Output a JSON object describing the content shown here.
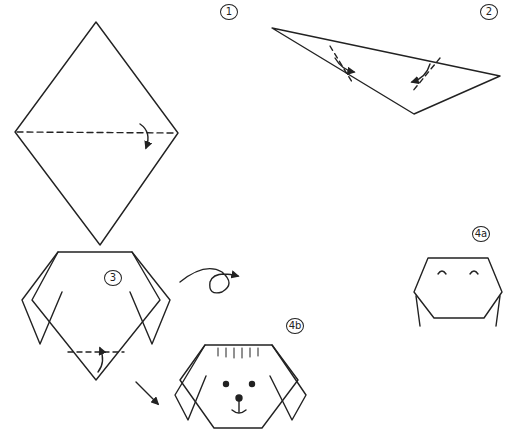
{
  "diagram": {
    "labels": [
      "1",
      "2",
      "3",
      "4a",
      "4b"
    ]
  }
}
